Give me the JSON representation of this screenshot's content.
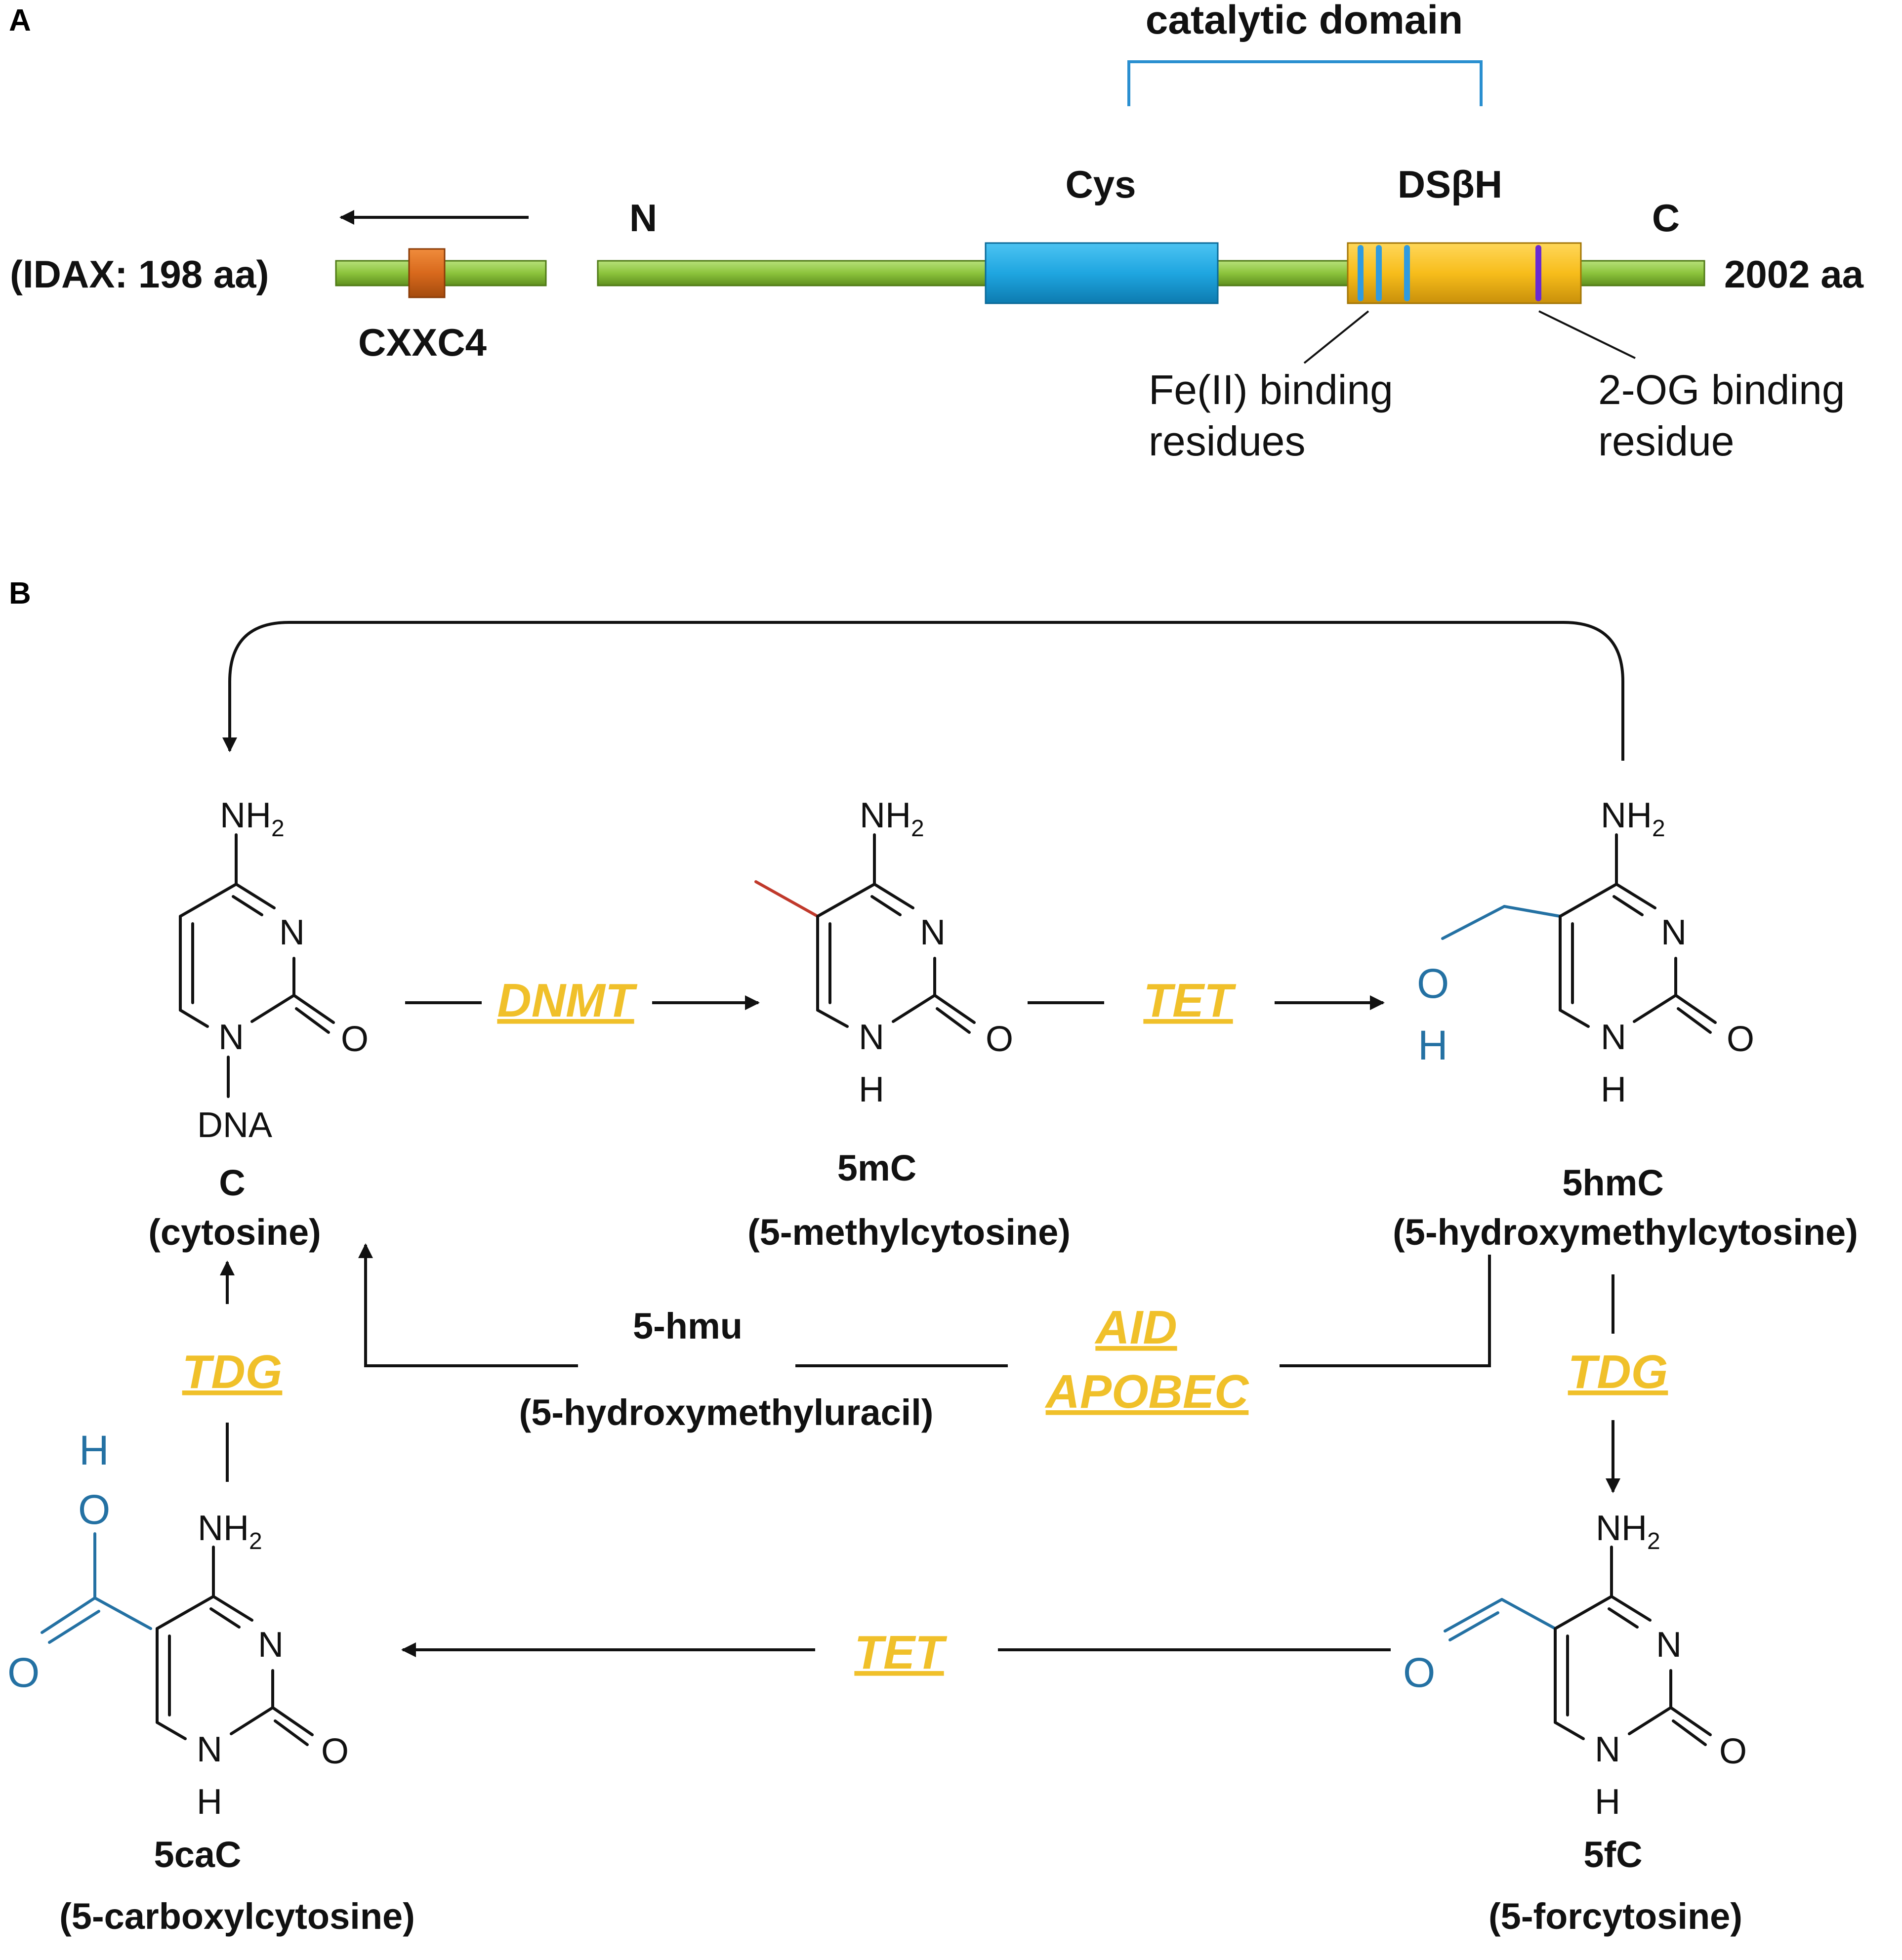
{
  "panel_a": {
    "label": "A",
    "idax_label": "(IDAX: 198 aa)",
    "cxxc4_label": "CXXC4",
    "n_terminus": "N",
    "c_terminus": "C",
    "length_label": "2002 aa",
    "cys_label": "Cys",
    "dsbh_label": "DSβH",
    "catalytic_domain_label": "catalytic domain",
    "fe_binding_line1": "Fe(II) binding",
    "fe_binding_line2": "residues",
    "og_binding_line1": "2-OG binding",
    "og_binding_line2": "residue",
    "colors": {
      "backbone": "#8cc43c",
      "cxxc4": "#d8691c",
      "cys": "#1fa6e0",
      "dsbh": "#f7bd1b",
      "fe_stripes": "#2f9be0",
      "og_stripe": "#6a2bd1",
      "bracket": "#2a8fd0"
    }
  },
  "panel_b": {
    "label": "B",
    "atoms": {
      "nh": "NH",
      "two": "2",
      "n": "N",
      "h": "H",
      "o": "O",
      "dna": "DNA"
    },
    "compounds": {
      "c": {
        "abbr": "C",
        "name": "(cytosine)"
      },
      "mc": {
        "abbr": "5mC",
        "name": "(5-methylcytosine)"
      },
      "hmc": {
        "abbr": "5hmC",
        "name": "(5-hydroxymethylcytosine)"
      },
      "fc": {
        "abbr": "5fC",
        "name": "(5-forcytosine)"
      },
      "cac": {
        "abbr": "5caC",
        "name": "(5-carboxylcytosine)"
      },
      "hmu": {
        "abbr": "5-hmu",
        "name": "(5-hydroxymethyluracil)"
      }
    },
    "enzymes": {
      "dnmt": "DNMT",
      "tet_1": "TET",
      "tet_2": "TET",
      "tdg_1": "TDG",
      "tdg_2": "TDG",
      "aid": "AID",
      "apobec": "APOBEC"
    },
    "colors": {
      "enzyme": "#f0c02a",
      "oxygen_group": "#2471a3",
      "methyl": "#c0392b"
    }
  }
}
